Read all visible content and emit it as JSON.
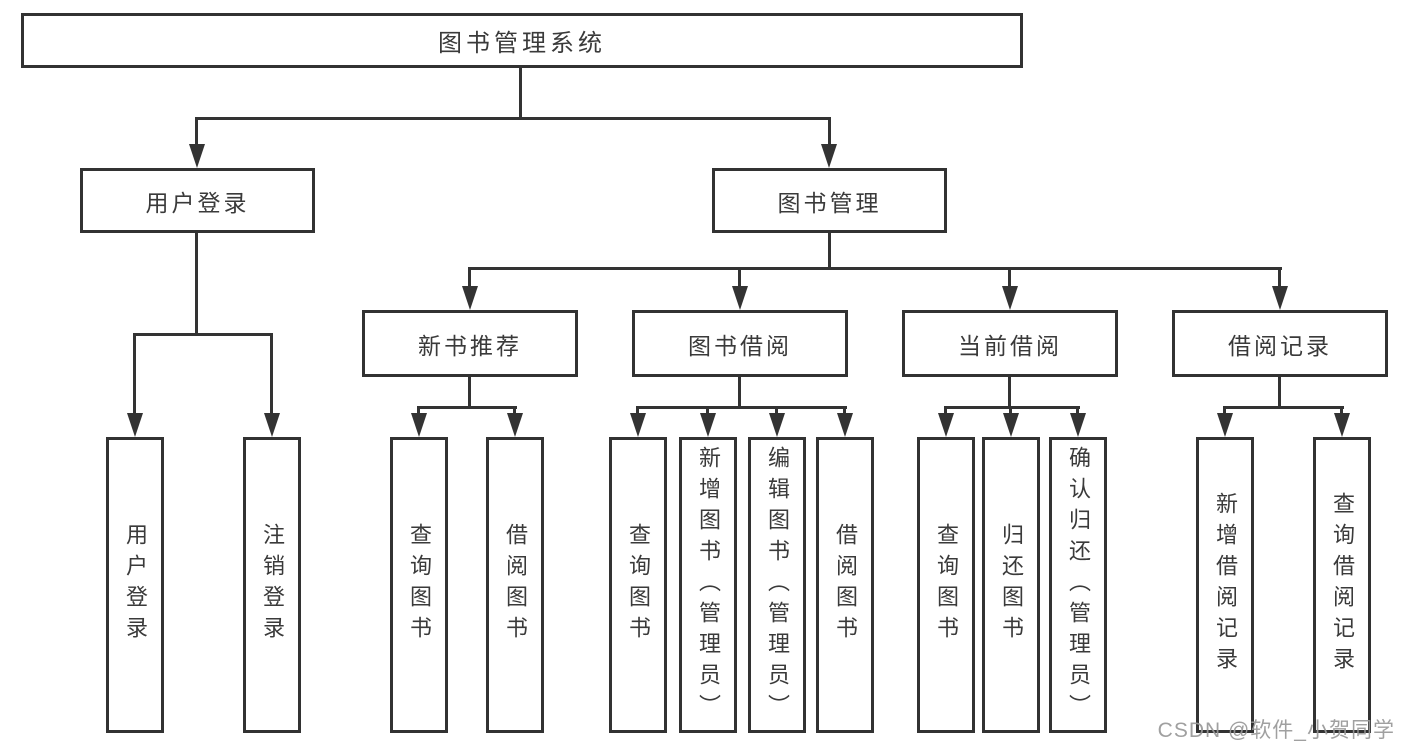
{
  "diagram": {
    "root": "图书管理系统",
    "level2": [
      "用户登录",
      "图书管理"
    ],
    "level3": [
      "新书推荐",
      "图书借阅",
      "当前借阅",
      "借阅记录"
    ],
    "leaves": {
      "user_login": [
        "用户登录",
        "注销登录"
      ],
      "new_books": [
        "查询图书",
        "借阅图书"
      ],
      "book_borrow": [
        "查询图书",
        "新增图书（管理员）",
        "编辑图书（管理员）",
        "借阅图书"
      ],
      "current_borrow": [
        "查询图书",
        "归还图书",
        "确认归还（管理员）"
      ],
      "borrow_records": [
        "新增借阅记录",
        "查询借阅记录"
      ]
    }
  },
  "watermark": {
    "text": "CSDN @软件_小贺同学"
  },
  "colors": {
    "line": "#333333",
    "text": "#3a3a3a",
    "watermark": "#989898",
    "background": "#ffffff"
  }
}
